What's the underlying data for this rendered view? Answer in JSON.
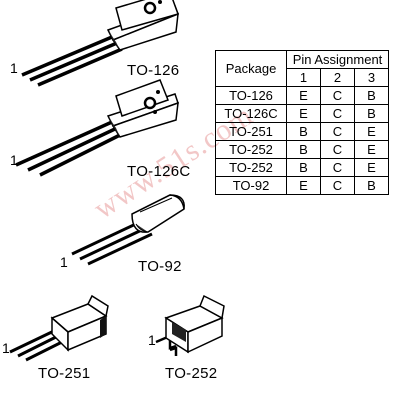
{
  "packages": [
    {
      "name": "TO-126",
      "pin_one": "1"
    },
    {
      "name": "TO-126C",
      "pin_one": "1"
    },
    {
      "name": "TO-92",
      "pin_one": "1"
    },
    {
      "name": "TO-251",
      "pin_one": "1"
    },
    {
      "name": "TO-252",
      "pin_one": "1"
    }
  ],
  "watermark": "www.51s.com",
  "table": {
    "package_header": "Package",
    "pin_assignment_header": "Pin Assignment",
    "pin_numbers": [
      "1",
      "2",
      "3"
    ],
    "rows": [
      {
        "package": "TO-126",
        "pins": [
          "E",
          "C",
          "B"
        ]
      },
      {
        "package": "TO-126C",
        "pins": [
          "E",
          "C",
          "B"
        ]
      },
      {
        "package": "TO-251",
        "pins": [
          "B",
          "C",
          "E"
        ]
      },
      {
        "package": "TO-252",
        "pins": [
          "B",
          "C",
          "E"
        ]
      },
      {
        "package": "TO-252",
        "pins": [
          "B",
          "C",
          "E"
        ]
      },
      {
        "package": "TO-92",
        "pins": [
          "E",
          "C",
          "B"
        ]
      }
    ]
  },
  "colors": {
    "watermark": "#e89a9a",
    "ink": "#000000"
  }
}
